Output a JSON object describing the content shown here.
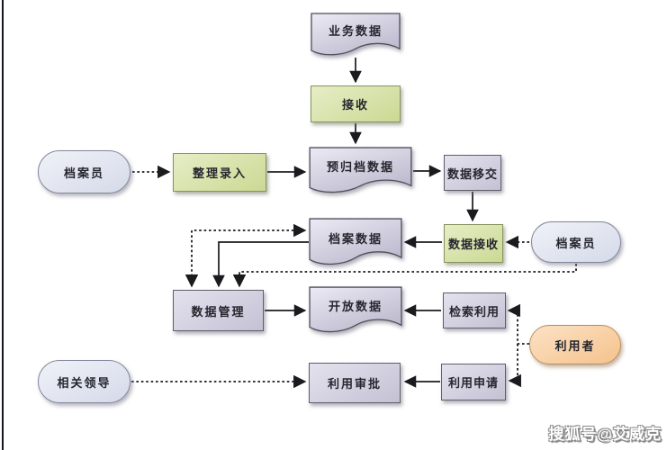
{
  "page": {
    "background": "#ffffff",
    "watermark": "搜狐号@艾威克"
  },
  "palette": {
    "document_fill_light": "#e9e7f1",
    "document_fill_dark": "#bfbcd0",
    "rect_fill": "#c4c1d4",
    "green_fill": "#cbd993",
    "stadium_fill": "#d5dae9",
    "orange_fill": "#f5c28c",
    "line_color": "#1b1b1f"
  },
  "diagram": {
    "nodes": {
      "business_data": {
        "label": "业务数据",
        "shape": "document"
      },
      "receive": {
        "label": "接收",
        "shape": "process-green"
      },
      "archivist_left": {
        "label": "档案员",
        "shape": "stadium"
      },
      "organize_entry": {
        "label": "整理录入",
        "shape": "process-green"
      },
      "prearchive_data": {
        "label": "预归档数据",
        "shape": "document"
      },
      "data_transfer": {
        "label": "数据移交",
        "shape": "process"
      },
      "data_receive": {
        "label": "数据接收",
        "shape": "process-green"
      },
      "archive_data": {
        "label": "档案数据",
        "shape": "document"
      },
      "archivist_right": {
        "label": "档案员",
        "shape": "stadium"
      },
      "data_manage": {
        "label": "数据管理",
        "shape": "process"
      },
      "open_data": {
        "label": "开放数据",
        "shape": "document"
      },
      "retrieval_use": {
        "label": "检索利用",
        "shape": "process"
      },
      "user": {
        "label": "利用者",
        "shape": "stadium-orange"
      },
      "related_leader": {
        "label": "相关领导",
        "shape": "stadium"
      },
      "use_approval": {
        "label": "利用审批",
        "shape": "process"
      },
      "use_apply": {
        "label": "利用申请",
        "shape": "process"
      }
    },
    "edges": [
      {
        "from": "business_data",
        "to": "receive",
        "style": "solid"
      },
      {
        "from": "receive",
        "to": "prearchive_data",
        "style": "solid"
      },
      {
        "from": "archivist_left",
        "to": "organize_entry",
        "style": "dotted"
      },
      {
        "from": "organize_entry",
        "to": "prearchive_data",
        "style": "solid"
      },
      {
        "from": "prearchive_data",
        "to": "data_transfer",
        "style": "solid"
      },
      {
        "from": "data_transfer",
        "to": "data_receive",
        "style": "solid"
      },
      {
        "from": "archivist_right",
        "to": "data_receive",
        "style": "dotted"
      },
      {
        "from": "data_receive",
        "to": "archive_data",
        "style": "solid"
      },
      {
        "from": "archive_data",
        "to": "data_manage",
        "style": "solid"
      },
      {
        "from": "data_manage",
        "to": "archive_data",
        "style": "dotted-bidirectional"
      },
      {
        "from": "archivist_right",
        "to": "data_manage",
        "style": "dotted"
      },
      {
        "from": "data_manage",
        "to": "open_data",
        "style": "solid"
      },
      {
        "from": "retrieval_use",
        "to": "open_data",
        "style": "solid"
      },
      {
        "from": "user",
        "to": "retrieval_use",
        "style": "dotted"
      },
      {
        "from": "user",
        "to": "use_apply",
        "style": "dotted"
      },
      {
        "from": "use_apply",
        "to": "use_approval",
        "style": "solid"
      },
      {
        "from": "related_leader",
        "to": "use_approval",
        "style": "dotted"
      }
    ]
  }
}
